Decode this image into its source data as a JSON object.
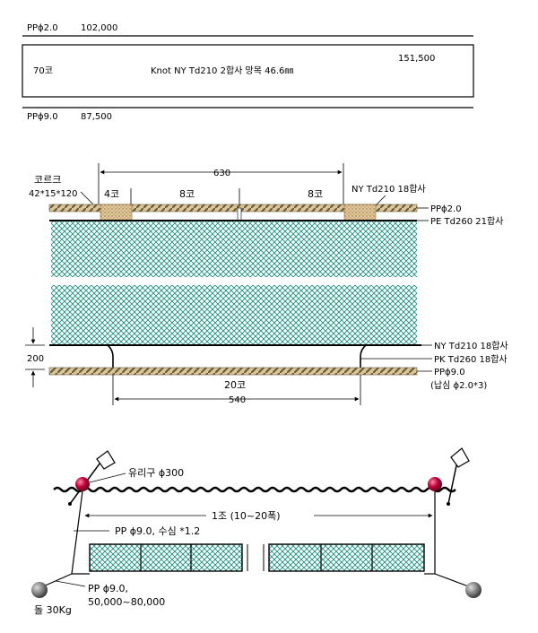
{
  "header": {
    "top_rope_label": "PPɸ2.0",
    "top_rope_value": "102,000",
    "box_left": "70코",
    "box_center": "Knot NY Td210 2합사 망목 46.6㎜",
    "box_right": "151,500",
    "bottom_rope_label": "PPɸ9.0",
    "bottom_rope_value": "87,500"
  },
  "detail": {
    "cork_label": "코르크",
    "cork_size": "42*15*120",
    "dim_top": "630",
    "seg_1": "4코",
    "seg_2": "8코",
    "seg_3": "8코",
    "ny_upper": "NY Td210 18합사",
    "float_rope": "PPɸ2.0",
    "pe_rope": "PE Td260 21합사",
    "ny_lower": "NY Td210 18합사",
    "pk_rope": "PK Td260 18합사",
    "sinker_rope": "PPɸ9.0",
    "sinker_core": "(납심 ɸ2.0*3)",
    "dim_side": "200",
    "seg_bottom": "20코",
    "dim_bottom": "540"
  },
  "setup": {
    "float_label": "유리구 ɸ300",
    "span_label": "1조 (10~20폭)",
    "rope_label": "PP ɸ9.0,  수심 *1.2",
    "anchor_rope": "PP ɸ9.0,",
    "anchor_range": "50,000~80,000",
    "stone_label": "돌 30Kg"
  },
  "colors": {
    "net": "#0e8a7a",
    "rope_dark": "#6b5a3a",
    "rope_light": "#d9c59a",
    "cork": "#c8a878",
    "buoy": "#c0003a"
  }
}
